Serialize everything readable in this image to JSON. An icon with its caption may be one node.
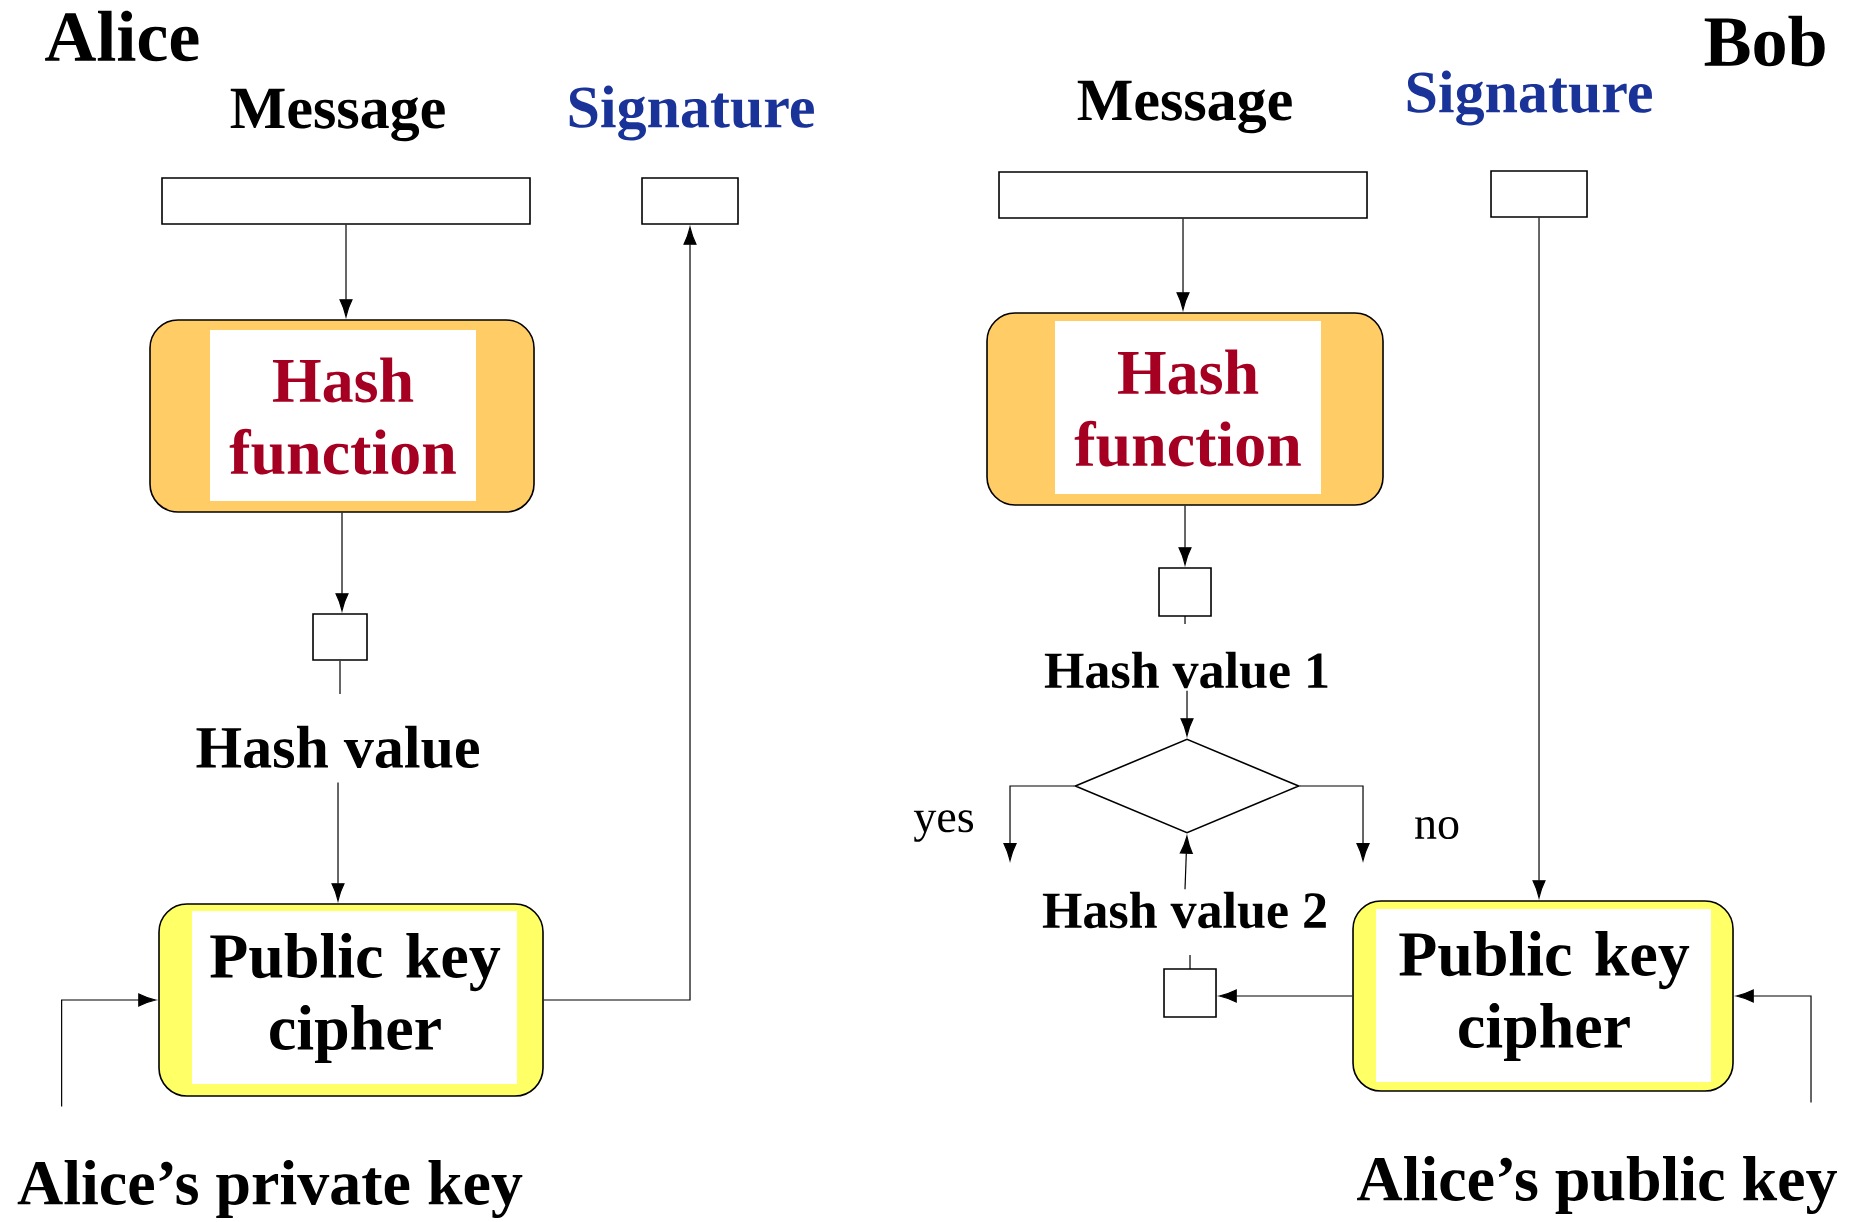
{
  "diagram": {
    "nodes": [
      {
        "text": [
          "Message"
        ]
      },
      {
        "text": [
          "Signature"
        ]
      },
      {
        "text": [
          "Hash function"
        ]
      },
      {
        "text": [
          "Hash value"
        ]
      },
      {
        "text": [
          "Public key cipher"
        ]
      },
      {
        "text": [
          "Alice’s private key"
        ]
      },
      {
        "text": [
          "Message"
        ]
      },
      {
        "text": [
          "Signature"
        ]
      },
      {
        "text": [
          "Hash function"
        ]
      },
      {
        "text": [
          "Hash value 1"
        ]
      },
      {
        "text": [],
        "shape": "diamond"
      },
      {
        "text": [
          "Hash value 2"
        ]
      },
      {
        "text": [
          "Public key cipher"
        ]
      },
      {
        "text": [
          "Alice’s public key"
        ]
      }
    ],
    "edges": [
      {
        "from": 0,
        "to": 2,
        "arrow": "to"
      },
      {
        "from": 2,
        "to": 3,
        "arrow": "to"
      },
      {
        "from": 3,
        "to": 4,
        "arrow": "to"
      },
      {
        "from": 4,
        "to": 1,
        "arrow": "to"
      },
      {
        "from": 5,
        "to": 4,
        "arrow": "to"
      },
      {
        "from": 6,
        "to": 8,
        "arrow": "to"
      },
      {
        "from": 8,
        "to": 9,
        "arrow": "to"
      },
      {
        "from": 9,
        "to": 10,
        "arrow": "to"
      },
      {
        "from": 11,
        "to": 10,
        "arrow": "to"
      },
      {
        "from": 10,
        "to": null,
        "arrow": "to",
        "label": "yes"
      },
      {
        "from": 10,
        "to": null,
        "arrow": "to",
        "label": "no"
      },
      {
        "from": 7,
        "to": 12,
        "arrow": "to"
      },
      {
        "from": 12,
        "to": 11,
        "arrow": "to"
      },
      {
        "from": 13,
        "to": 12,
        "arrow": "to"
      }
    ],
    "labels": [
      "Alice",
      "Bob"
    ]
  }
}
